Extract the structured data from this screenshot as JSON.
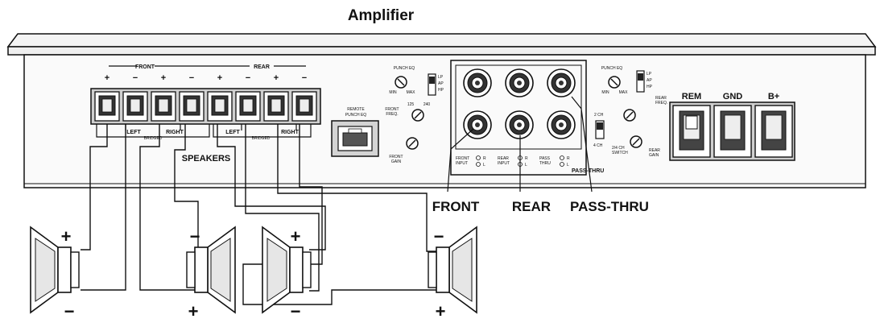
{
  "title": "Amplifier",
  "speaker_terminals": {
    "group_front": "FRONT",
    "group_rear": "REAR",
    "signs": [
      "+",
      "−",
      "+",
      "−",
      "+",
      "−",
      "+",
      "−"
    ],
    "front_left": "LEFT",
    "front_right": "RIGHT",
    "rear_left": "LEFT",
    "rear_right": "RIGHT",
    "bridged_front": "BRIDGED",
    "bridged_rear": "BRIDGED",
    "speakers_label": "SPEAKERS"
  },
  "remote": {
    "line1": "REMOTE",
    "line2": "PUNCH EQ"
  },
  "controls_left": {
    "punch_eq": "PUNCH EQ",
    "min": "MIN",
    "max": "MAX",
    "front_freq": "FRONT\nFREQ.",
    "front_gain": "FRONT\nGAIN",
    "switch_opts": [
      "LP",
      "AP",
      "HP"
    ]
  },
  "controls_right": {
    "punch_eq": "PUNCH EQ",
    "min": "MIN",
    "max": "MAX",
    "rear_freq": "REAR\nFREQ.",
    "rear_gain": "REAR\nGAIN",
    "ch_switch": "2/4 CH\nSWITCH",
    "two_ch": "2 CH",
    "four_ch": "4 CH",
    "switch_opts": [
      "LP",
      "AP",
      "HP"
    ]
  },
  "rca": {
    "front_input": "FRONT\nINPUT",
    "rear_input": "REAR\nINPUT",
    "pass_thru": "PASS\nTHRU",
    "pass_thru_caption": "PASS-THRU",
    "r": "R",
    "l": "L"
  },
  "callouts": {
    "front": "FRONT",
    "rear": "REAR",
    "pass_thru": "PASS-THRU"
  },
  "power": {
    "rem": "REM",
    "gnd": "GND",
    "bplus": "B+"
  },
  "speakers": [
    {
      "top": "+",
      "bottom": "−"
    },
    {
      "top": "−",
      "bottom": "+"
    },
    {
      "top": "+",
      "bottom": "−"
    },
    {
      "top": "−",
      "bottom": "+"
    }
  ]
}
